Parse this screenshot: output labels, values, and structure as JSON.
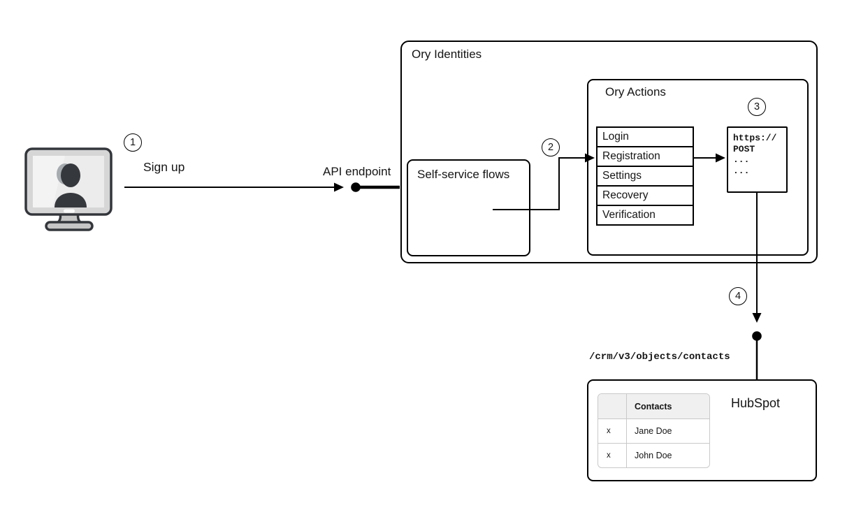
{
  "steps": {
    "s1": "1",
    "s2": "2",
    "s3": "3",
    "s4": "4"
  },
  "user_flow": {
    "signup_label": "Sign up",
    "api_endpoint_label": "API endpoint"
  },
  "ory_identities": {
    "title": "Ory Identities",
    "self_service": {
      "title": "Self-service flows"
    },
    "ory_actions": {
      "title": "Ory Actions",
      "flows": [
        "Login",
        "Registration",
        "Settings",
        "Recovery",
        "Verification"
      ],
      "webhook": {
        "line1": "https://",
        "line2": "POST",
        "line3": "...",
        "line4": "..."
      }
    }
  },
  "hubspot": {
    "endpoint": "/crm/v3/objects/contacts",
    "title": "HubSpot",
    "table": {
      "header": "Contacts",
      "rows": [
        {
          "mark": "x",
          "name": "Jane Doe"
        },
        {
          "mark": "x",
          "name": "John Doe"
        }
      ]
    }
  },
  "colors": {
    "line": "#000000",
    "table_border": "#c9c9c9",
    "table_header_bg": "#f0f0f0",
    "monitor_bezel": "#d6d6d6",
    "monitor_screen": "#ececec",
    "monitor_silhouette": "#35383d",
    "monitor_stand": "#c6c6c6"
  }
}
